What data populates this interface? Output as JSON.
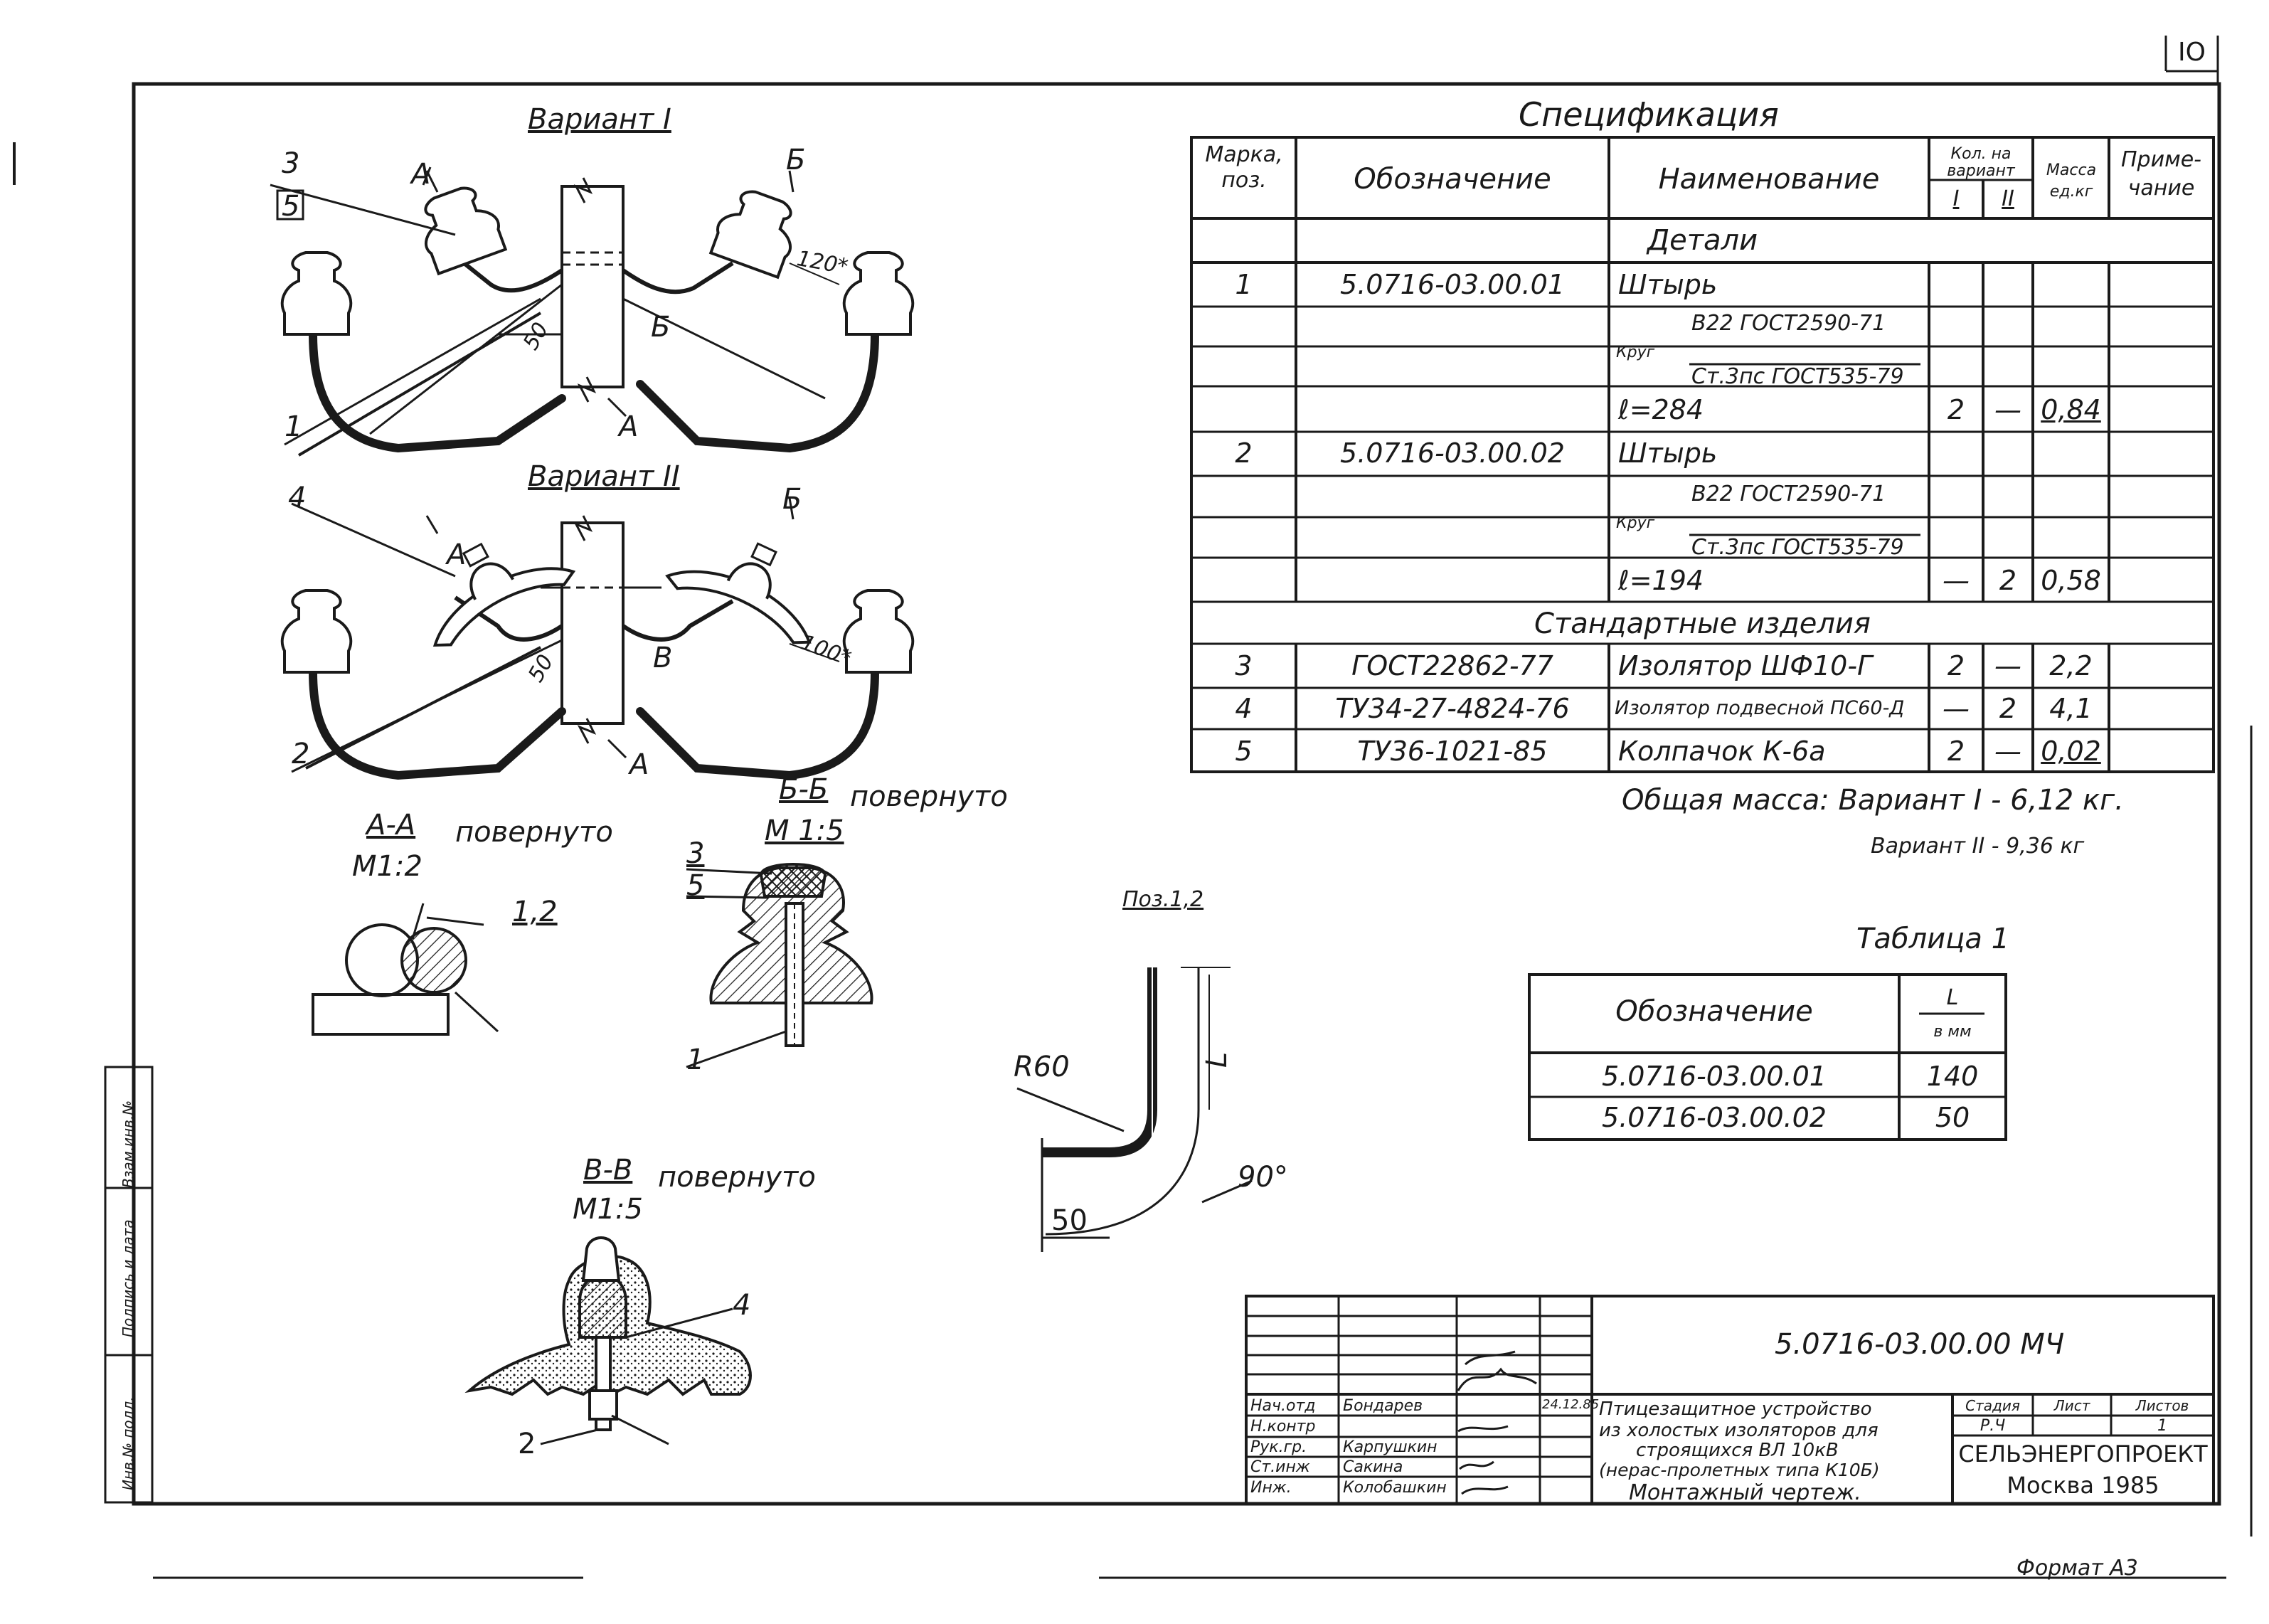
{
  "sheet_number": "IO",
  "format": "Формат А3",
  "variants": {
    "v1_title": "Вариант I",
    "v2_title": "Вариант II"
  },
  "section_labels": {
    "aa": "А-А",
    "aa_note": "повернуто",
    "aa_scale": "М1:2",
    "bb": "Б-Б",
    "bb_note": "повернуто",
    "bb_scale": "М 1:5",
    "vv": "В-В",
    "vv_note": "повернуто",
    "vv_scale": "М1:5",
    "poz": "Поз.1,2"
  },
  "callouts": {
    "n1": "1",
    "n2": "2",
    "n3": "3",
    "n4": "4",
    "n5": "5",
    "a": "А",
    "b": "Б",
    "v": "В",
    "d50": "50",
    "d120": "120*",
    "d100": "100*",
    "aa_part": "1,2",
    "r60": "R60",
    "L": "L",
    "d90": "90°",
    "bend50": "50"
  },
  "specification": {
    "title": "Спецификация",
    "headers": {
      "mark": "Марка, поз.",
      "designation": "Обозначение",
      "name": "Наименование",
      "qty": "Кол. на вариант",
      "qty_v1": "I",
      "qty_v2": "II",
      "mass": "Масса ед.кг",
      "note": "Приме- чание"
    },
    "section_details": "Детали",
    "section_standard": "Стандартные изделия",
    "rows": [
      {
        "pos": "1",
        "designation": "5.0716-03.00.01",
        "name": "Штырь",
        "q1": "",
        "q2": "",
        "mass": ""
      },
      {
        "pos": "",
        "designation": "",
        "name_prefix": "Круг",
        "name_top": "В22 ГОСТ2590-71",
        "name_bottom": "Ст.3пс ГОСТ535-79"
      },
      {
        "pos": "",
        "designation": "",
        "name": "ℓ=284",
        "q1": "2",
        "q2": "—",
        "mass": "0,84"
      },
      {
        "pos": "2",
        "designation": "5.0716-03.00.02",
        "name": "Штырь",
        "q1": "",
        "q2": "",
        "mass": ""
      },
      {
        "pos": "",
        "designation": "",
        "name_prefix": "Круг",
        "name_top": "В22 ГОСТ2590-71",
        "name_bottom": "Ст.3пс ГОСТ535-79"
      },
      {
        "pos": "",
        "designation": "",
        "name": "ℓ=194",
        "q1": "—",
        "q2": "2",
        "mass": "0,58"
      },
      {
        "pos": "3",
        "designation": "ГОСТ22862-77",
        "name": "Изолятор ШФ10-Г",
        "q1": "2",
        "q2": "—",
        "mass": "2,2"
      },
      {
        "pos": "4",
        "designation": "ТУ34-27-4824-76",
        "name": "Изолятор подвесной ПС60-Д",
        "q1": "—",
        "q2": "2",
        "mass": "4,1"
      },
      {
        "pos": "5",
        "designation": "ТУ36-1021-85",
        "name": "Колпачок К-6а",
        "q1": "2",
        "q2": "—",
        "mass": "0,02"
      }
    ],
    "total_line1": "Общая масса: Вариант I - 6,12 кг.",
    "total_line2": "Вариант II - 9,36 кг"
  },
  "table1": {
    "title": "Таблица 1",
    "header_designation": "Обозначение",
    "header_L": "L",
    "header_unit": "в мм",
    "rows": [
      {
        "designation": "5.0716-03.00.01",
        "L": "140"
      },
      {
        "designation": "5.0716-03.00.02",
        "L": "50"
      }
    ]
  },
  "title_block": {
    "doc_code": "5.0716-03.00.00 МЧ",
    "roles": [
      "Нач.отд",
      "Н.контр",
      "Рук.гр.",
      "Ст.инж",
      "Инж."
    ],
    "names": [
      "Бондарев",
      "",
      "Карпушкин",
      "Сакина",
      "Колобашкин"
    ],
    "date": "24.12.85",
    "description": [
      "Птицезащитное устройство",
      "из холостых изоляторов для",
      "строящихся ВЛ 10кВ",
      "(нерас-пролетных типа К10Б)",
      "Монтажный чертеж."
    ],
    "stage_header": "Стадия",
    "sheet_header": "Лист",
    "sheets_header": "Листов",
    "stage": "Р.Ч",
    "sheets": "1",
    "org": "СЕЛЬЭНЕРГОПРОЕКТ",
    "city_year": "Москва 1985"
  },
  "side_stamp": {
    "inv_orig": "Инв.№ подл.",
    "sign_date": "Подпись и дата",
    "inv_dup": "Взам.инв.№"
  }
}
